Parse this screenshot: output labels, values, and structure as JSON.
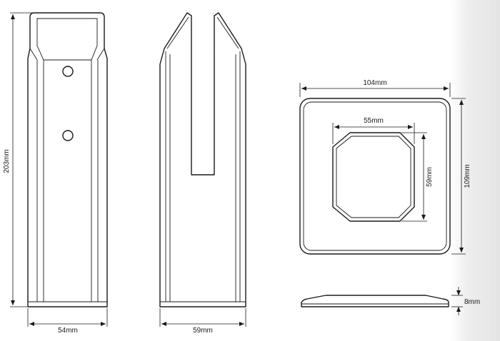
{
  "dimensions": {
    "height": "203mm",
    "front_width": "54mm",
    "side_width": "59mm",
    "plate_width": "104mm",
    "plate_height": "109mm",
    "hole_width": "55mm",
    "hole_height": "59mm",
    "plate_thickness": "8mm"
  },
  "colors": {
    "line": "#1a1a1a",
    "background": "#ffffff"
  }
}
